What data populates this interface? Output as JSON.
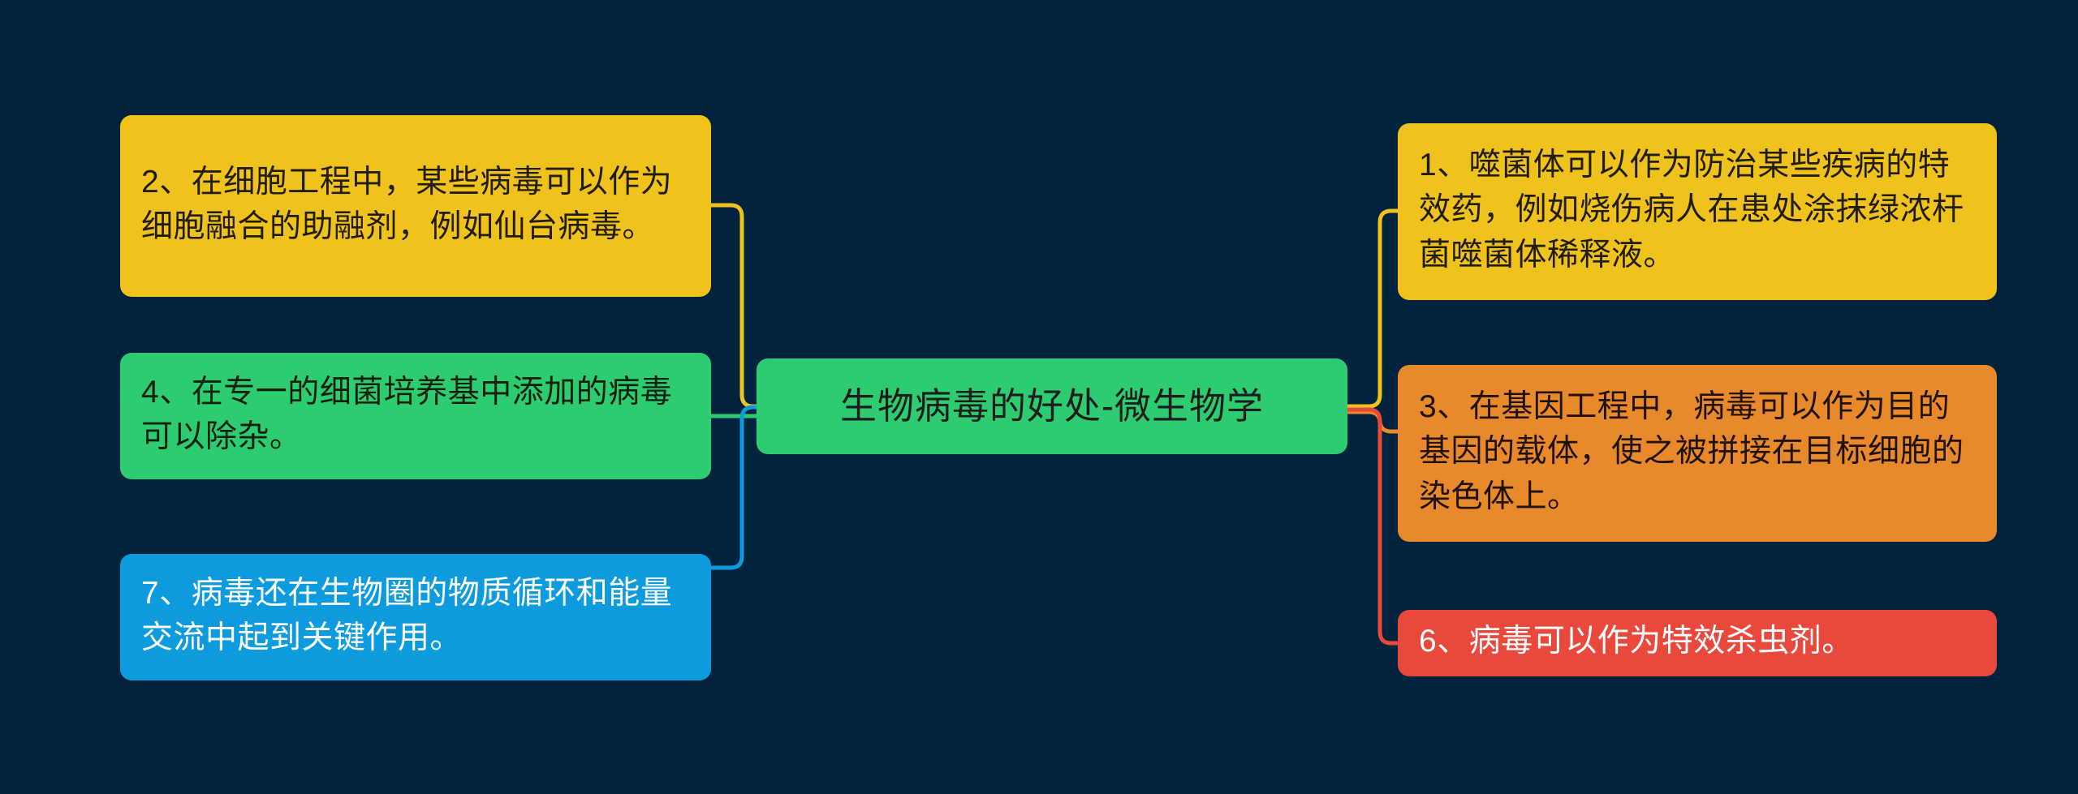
{
  "diagram": {
    "type": "mindmap",
    "background_color": "#02233e",
    "central_topic": {
      "id": "center",
      "text": "生物病毒的好处-微生物学",
      "fill": "#2ecc71",
      "text_color": "#1d1d1d"
    },
    "branches": [
      {
        "id": "left-2",
        "side": "left",
        "index": "2",
        "text": "2、在细胞工程中，某些病毒可以作为细胞融合的助融剂，例如仙台病毒。",
        "fill": "#efc21e",
        "text_color": "#211d08",
        "connector_color": "#efc21e"
      },
      {
        "id": "left-4",
        "side": "left",
        "index": "4",
        "text": "4、在专一的细菌培养基中添加的病毒可以除杂。",
        "fill": "#2ecc71",
        "text_color": "#12210f",
        "connector_color": "#2ecc71"
      },
      {
        "id": "left-7",
        "side": "left",
        "index": "7",
        "text": "7、病毒还在生物圈的物质循环和能量交流中起到关键作用。",
        "fill": "#0d9bdd",
        "text_color": "#ffffff",
        "connector_color": "#0d9bdd"
      },
      {
        "id": "right-1",
        "side": "right",
        "index": "1",
        "text": "1、噬菌体可以作为防治某些疾病的特效药，例如烧伤病人在患处涂抹绿浓杆菌噬菌体稀释液。",
        "fill": "#efc21e",
        "text_color": "#211d08",
        "connector_color": "#efc21e"
      },
      {
        "id": "right-3",
        "side": "right",
        "index": "3",
        "text": "3、在基因工程中，病毒可以作为目的基因的载体，使之被拼接在目标细胞的染色体上。",
        "fill": "#e8892b",
        "text_color": "#201208",
        "connector_color": "#e8892b"
      },
      {
        "id": "right-6",
        "side": "right",
        "index": "6",
        "text": "6、病毒可以作为特效杀虫剂。",
        "fill": "#e8493c",
        "text_color": "#ffffff",
        "connector_color": "#e8493c"
      }
    ]
  }
}
